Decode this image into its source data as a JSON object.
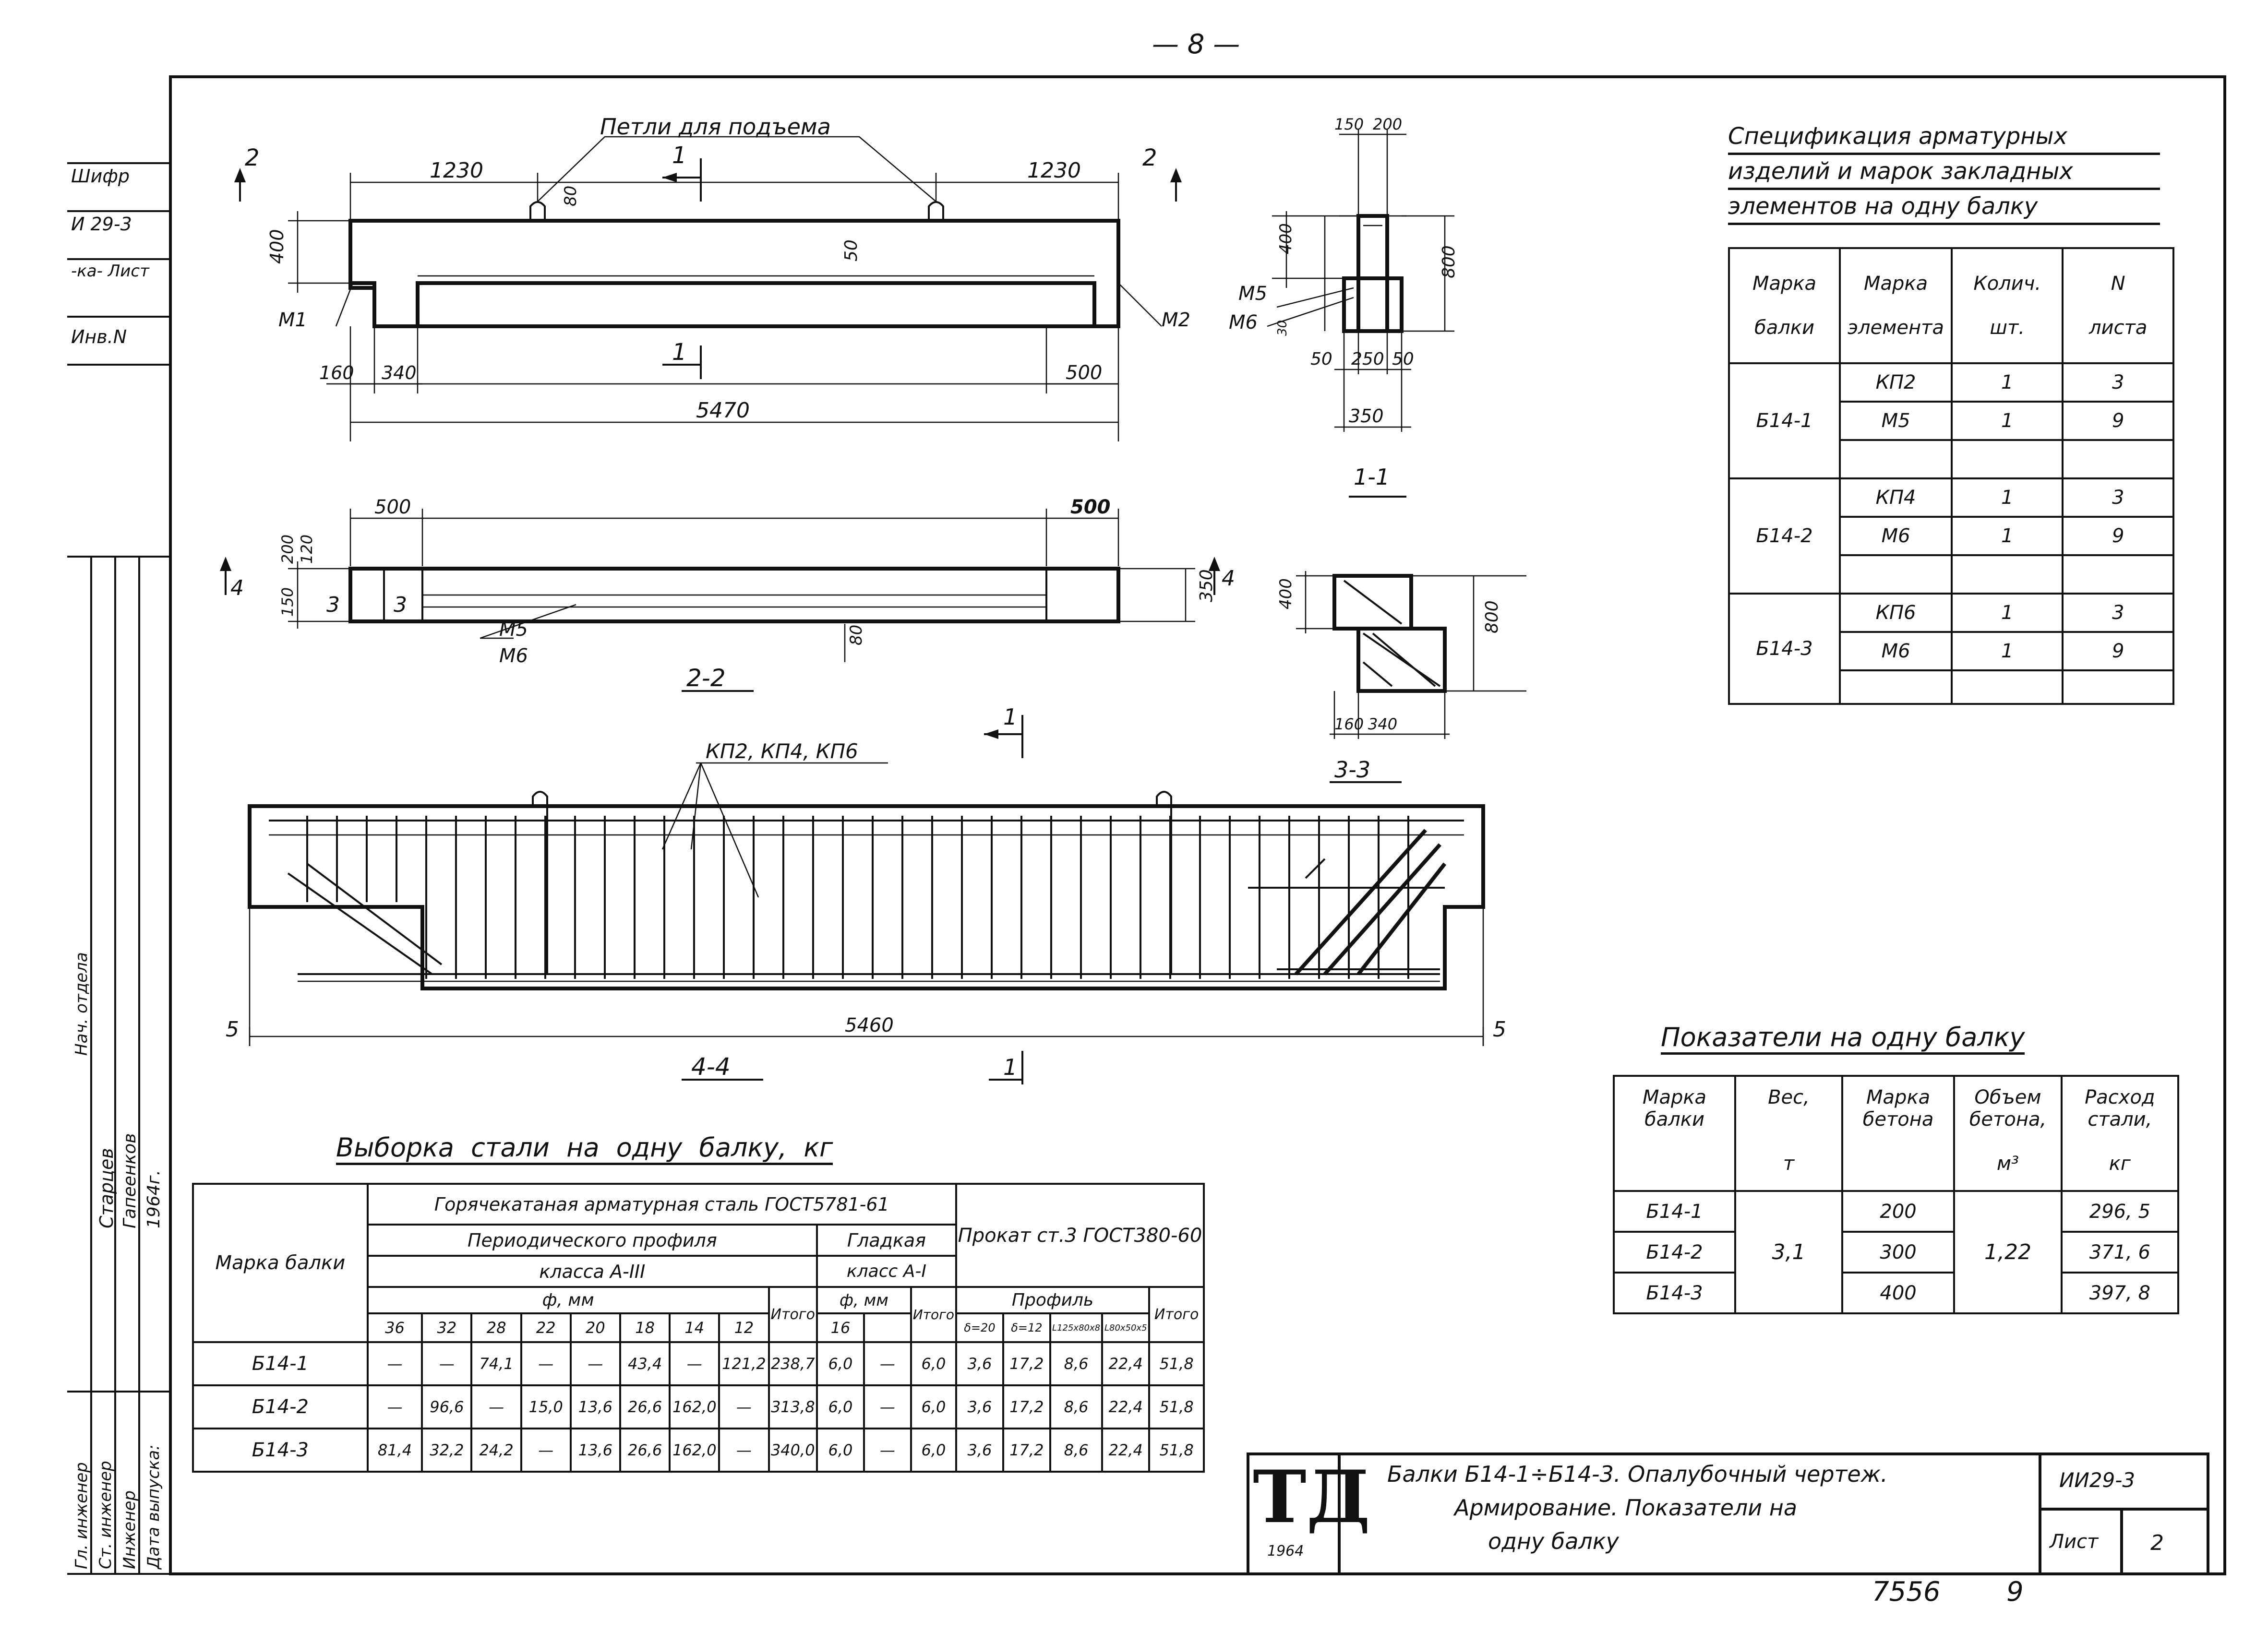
{
  "page_number": "— 8 —",
  "left_strip": {
    "tsifr_label": "Шифр",
    "series": "И 29-3",
    "ka_list": "-ка- Лист",
    "inv": "Инв.N",
    "vert_labels": [
      "Нач. отдела",
      "Гл. инженер",
      "Ст. инженер",
      "Инженер",
      "Дата выпуска:"
    ],
    "names": [
      "Старцев",
      "Гапеенков",
      "1964г."
    ]
  },
  "drawing": {
    "lifting_loops": "Петли для подъема",
    "dims_top": [
      "1230",
      "1230",
      "80",
      "50",
      "400",
      "160",
      "340",
      "500",
      "5470"
    ],
    "marks_top": [
      "М1",
      "М2"
    ],
    "section_marks": [
      "2",
      "2",
      "1",
      "1"
    ],
    "sec11": {
      "dims": [
        "150",
        "200",
        "400",
        "800",
        "50",
        "250",
        "50",
        "350",
        "30"
      ],
      "marks": [
        "М5",
        "М6"
      ],
      "label": "1-1"
    },
    "sec22": {
      "dims": [
        "500",
        "500",
        "200",
        "120",
        "150",
        "350",
        "80"
      ],
      "marks": [
        "М5",
        "М6"
      ],
      "numbers": [
        "3",
        "3",
        "4",
        "4"
      ],
      "label": "2-2"
    },
    "sec33": {
      "dims": [
        "400",
        "800",
        "160",
        "340"
      ],
      "label": "3-3"
    },
    "sec44": {
      "kp_label": "КП2, КП4, КП6",
      "length": "5460",
      "ends": [
        "5",
        "5"
      ],
      "cuts": [
        "1",
        "1"
      ],
      "label": "4-4"
    }
  },
  "spec": {
    "title_lines": [
      "Спецификация арматурных",
      "изделий и марок закладных",
      "элементов на одну балку"
    ],
    "headers": [
      [
        "Марка",
        "балки"
      ],
      [
        "Марка",
        "элемента"
      ],
      [
        "Колич.",
        "шт."
      ],
      [
        "N",
        "листа"
      ]
    ],
    "groups": [
      {
        "beam": "Б14-1",
        "rows": [
          [
            "КП2",
            "1",
            "3"
          ],
          [
            "М5",
            "1",
            "9"
          ]
        ]
      },
      {
        "beam": "Б14-2",
        "rows": [
          [
            "КП4",
            "1",
            "3"
          ],
          [
            "М6",
            "1",
            "9"
          ]
        ]
      },
      {
        "beam": "Б14-3",
        "rows": [
          [
            "КП6",
            "1",
            "3"
          ],
          [
            "М6",
            "1",
            "9"
          ]
        ]
      }
    ]
  },
  "indicators": {
    "title": "Показатели на одну балку",
    "headers": [
      [
        "Марка",
        "балки"
      ],
      [
        "Вес,",
        "т"
      ],
      [
        "Марка",
        "бетона"
      ],
      [
        "Объем",
        "бетона,",
        "м³"
      ],
      [
        "Расход",
        "стали,",
        "кг"
      ]
    ],
    "weight": "3,1",
    "volume": "1,22",
    "rows": [
      [
        "Б14-1",
        "200",
        "296, 5"
      ],
      [
        "Б14-2",
        "300",
        "371, 6"
      ],
      [
        "Б14-3",
        "400",
        "397, 8"
      ]
    ]
  },
  "steel": {
    "title": "Выборка стали на одну балку, кг",
    "h_mark": "Марка балки",
    "h_hot": "Горячекатаная арматурная сталь ГОСТ5781-61",
    "h_periodic": "Периодического профиля",
    "h_class3": "класса А-III",
    "h_smooth": "Гладкая",
    "h_class1": "класс А-I",
    "h_phi": "ф, мм",
    "h_total": "Итого",
    "h_rolled": "Прокат ст.3 ГОСТ380-60",
    "h_profile": "Профиль",
    "diams": [
      "36",
      "32",
      "28",
      "22",
      "20",
      "18",
      "14",
      "12"
    ],
    "smooth_diams": [
      "16",
      ""
    ],
    "profiles": [
      "δ=20",
      "δ=12",
      "L125x80x8",
      "L80x50x5"
    ],
    "rows": [
      [
        "Б14-1",
        "—",
        "—",
        "74,1",
        "—",
        "—",
        "43,4",
        "—",
        "121,2",
        "238,7",
        "6,0",
        "—",
        "6,0",
        "3,6",
        "17,2",
        "8,6",
        "22,4",
        "51,8"
      ],
      [
        "Б14-2",
        "—",
        "96,6",
        "—",
        "15,0",
        "13,6",
        "26,6",
        "162,0",
        "—",
        "313,8",
        "6,0",
        "—",
        "6,0",
        "3,6",
        "17,2",
        "8,6",
        "22,4",
        "51,8"
      ],
      [
        "Б14-3",
        "81,4",
        "32,2",
        "24,2",
        "—",
        "13,6",
        "26,6",
        "162,0",
        "—",
        "340,0",
        "6,0",
        "—",
        "6,0",
        "3,6",
        "17,2",
        "8,6",
        "22,4",
        "51,8"
      ]
    ]
  },
  "title_block": {
    "logo": "ТД",
    "year": "1964",
    "description": [
      "Балки Б14-1÷Б14-3. Опалубочный чертеж.",
      "Армирование. Показатели на",
      "одну балку"
    ],
    "series": "ИИ29-3",
    "sheet_label": "Лист",
    "sheet_no": "2"
  },
  "footer_numbers": [
    "7556",
    "9"
  ]
}
